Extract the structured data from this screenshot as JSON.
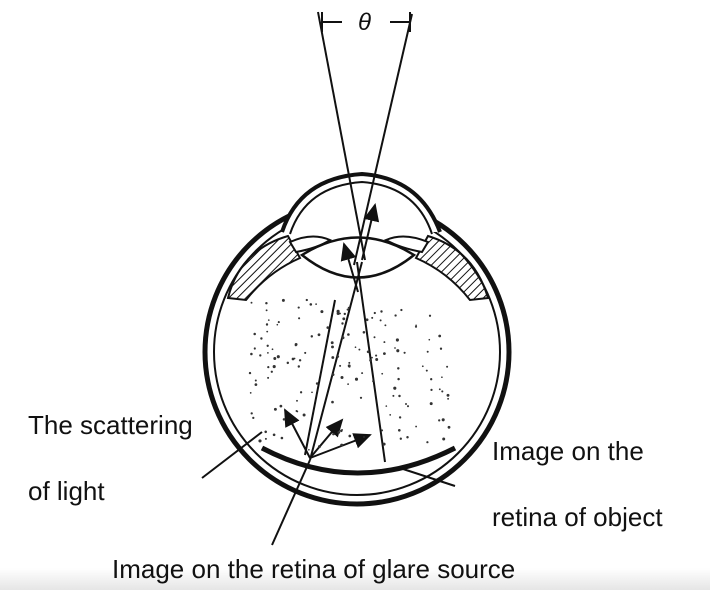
{
  "diagram": {
    "angle_symbol": "θ",
    "labels": {
      "scattering_line1": "The scattering",
      "scattering_line2": "of light",
      "object_image_line1": "Image on the",
      "object_image_line2": "retina of object",
      "glare_image": "Image on the retina of glare source"
    },
    "colors": {
      "ink": "#111111",
      "background": "#ffffff"
    }
  }
}
